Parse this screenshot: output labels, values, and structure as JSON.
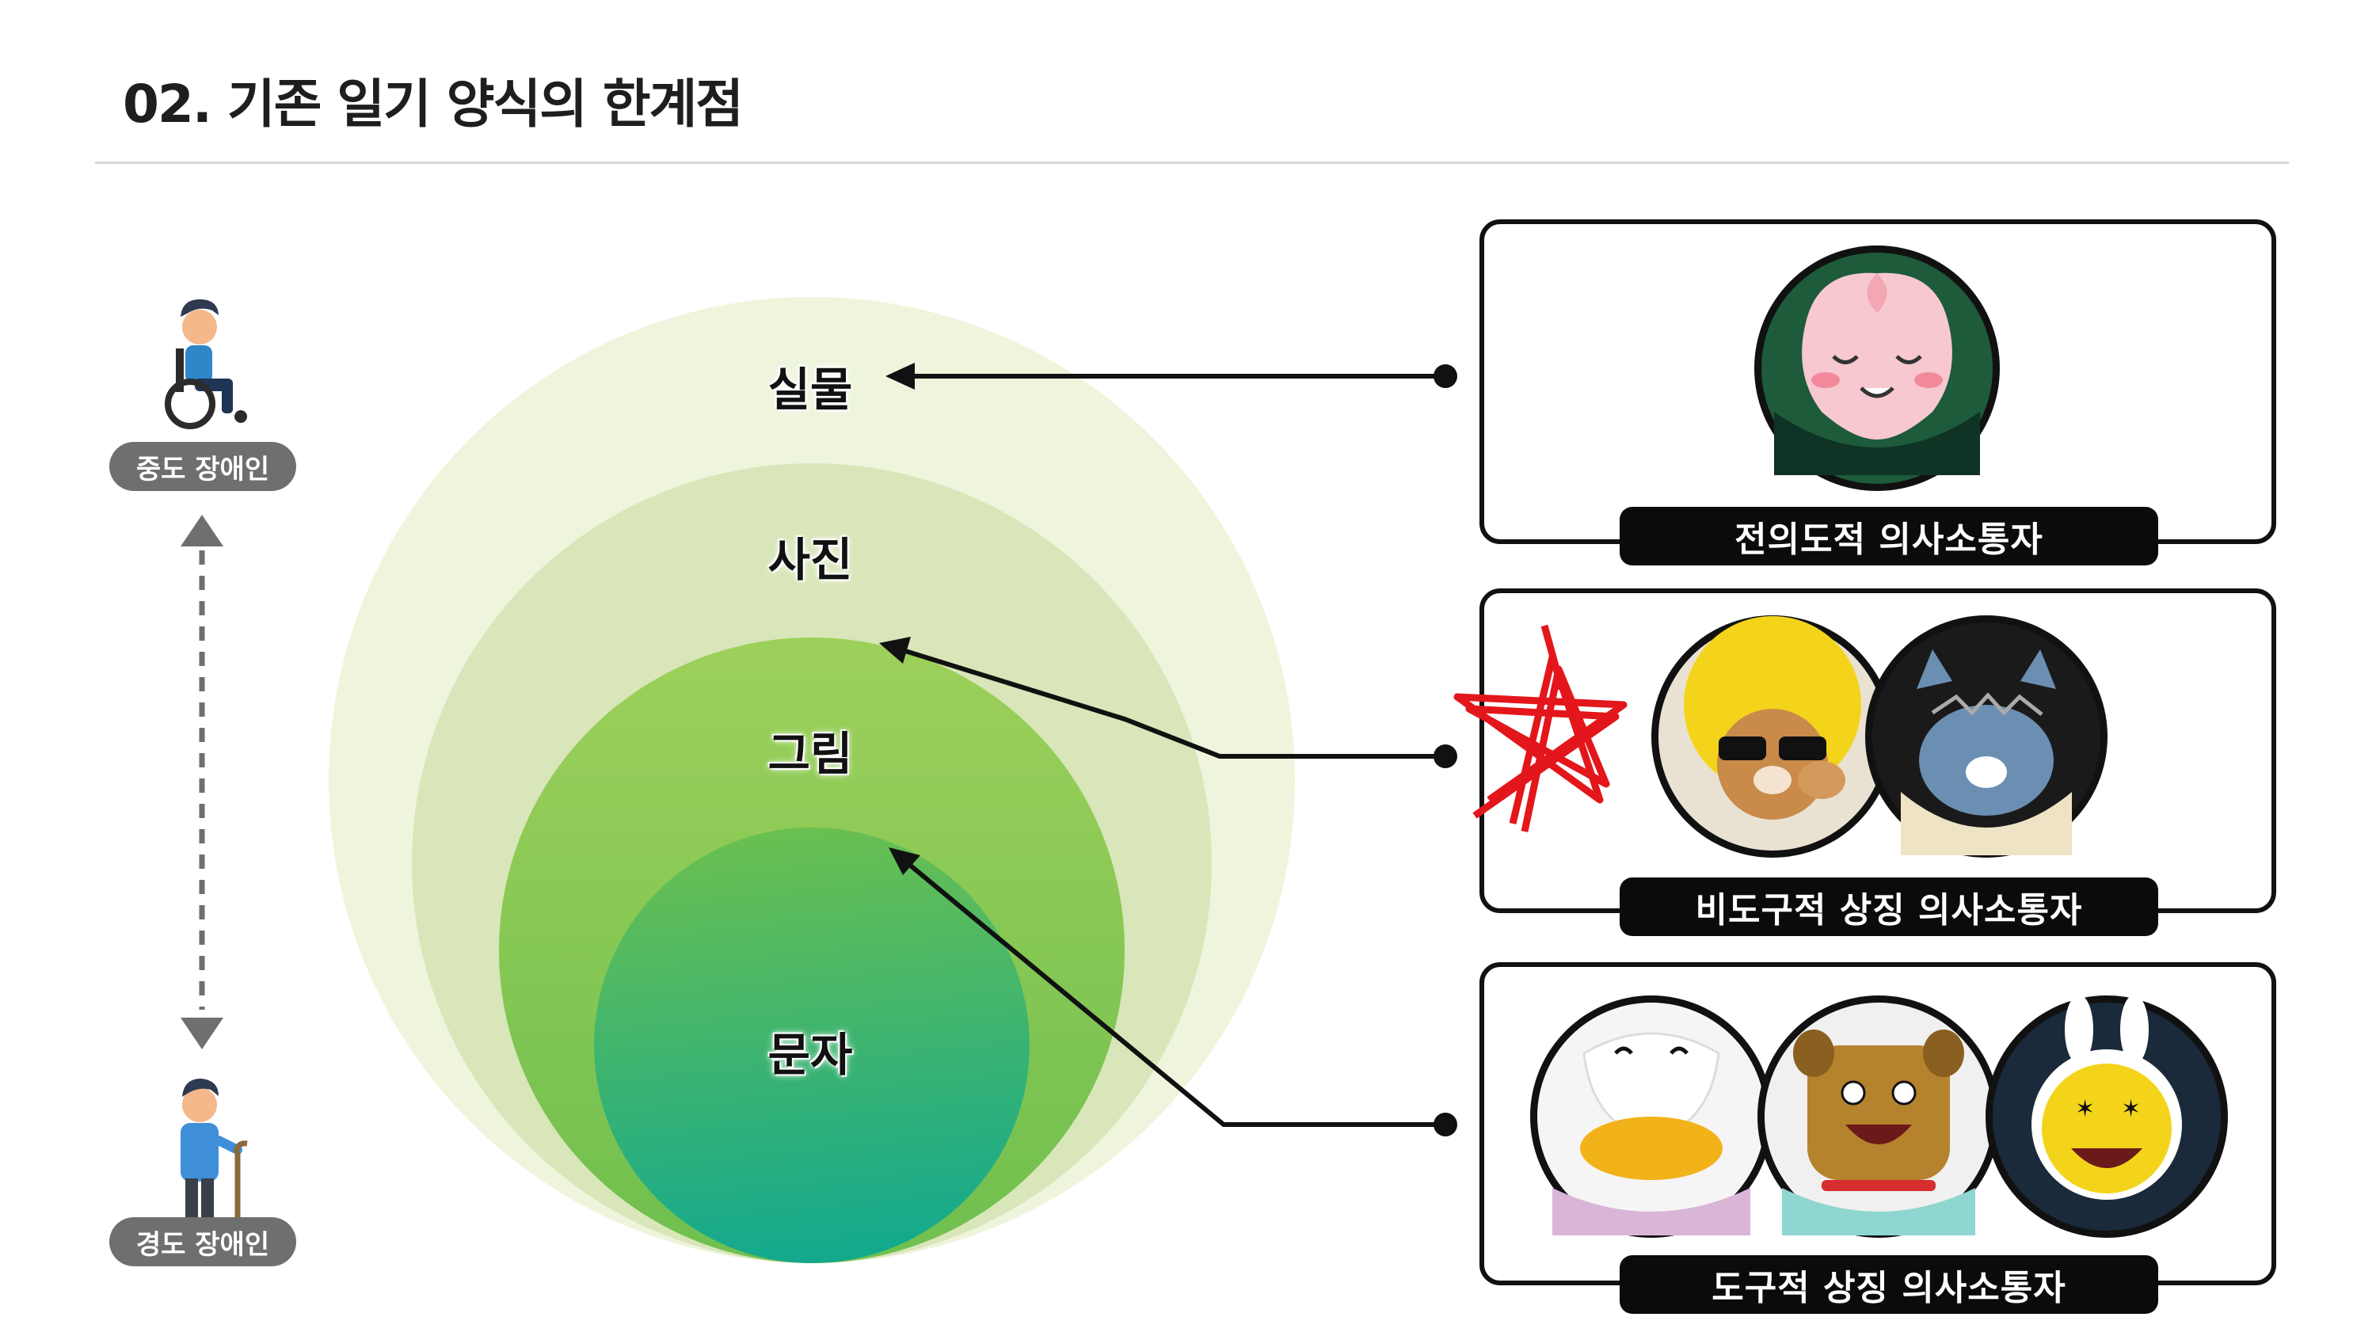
{
  "page": {
    "title": "02. 기존 일기 양식의 한계점"
  },
  "scale": {
    "top_label": "중도 장애인",
    "bottom_label": "경도 장애인",
    "top_icon": "wheelchair-user-icon",
    "bottom_icon": "cane-user-icon",
    "arrow": "double-dashed-arrow"
  },
  "levels": [
    {
      "label": "실물"
    },
    {
      "label": "사진"
    },
    {
      "label": "그림"
    },
    {
      "label": "문자"
    }
  ],
  "categories": [
    {
      "label": "전의도적 의사소통자",
      "avatars": 1
    },
    {
      "label": "비도구적 상징 의사소통자",
      "avatars": 2,
      "crossed_out": true
    },
    {
      "label": "도구적 상징 의사소통자",
      "avatars": 3
    }
  ],
  "colors": {
    "outer_circle": "#eef5dc",
    "circle_2": "#d5e3b5",
    "circle_3": "#8fc652",
    "inner_circle_top": "#59b94a",
    "inner_circle_bottom": "#1aaa8a",
    "scribble": "#e3161b",
    "tag_bg": "#0b0b0b",
    "pill_bg": "#6f6f6f"
  }
}
